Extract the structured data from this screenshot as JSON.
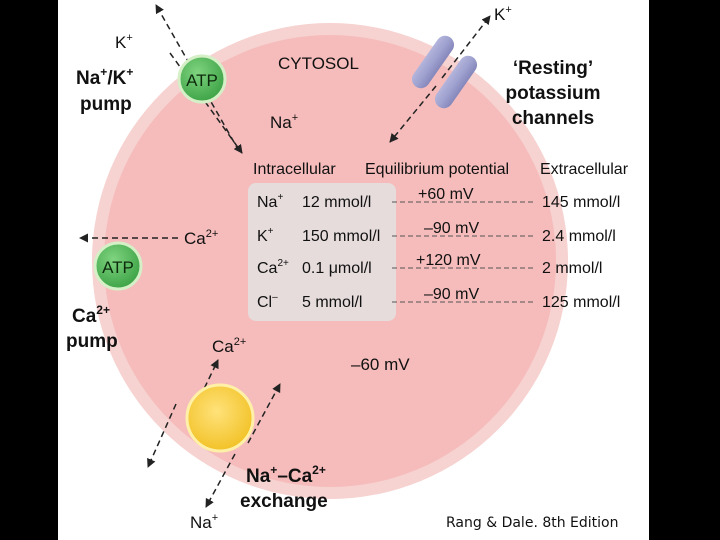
{
  "labels": {
    "cytosol": "CYTOSOL",
    "na_k_pump_title": [
      "Na",
      "+",
      "/K",
      "+"
    ],
    "pump_word": "pump",
    "atp": "ATP",
    "k_top_left": [
      "K",
      "+"
    ],
    "na_inside": [
      "Na",
      "+"
    ],
    "k_top_right": [
      "K",
      "+"
    ],
    "resting_channels": [
      "‘Resting’",
      "potassium",
      "channels"
    ],
    "ca_out": [
      "Ca",
      "2+"
    ],
    "ca_pump_title": [
      "Ca",
      "2+"
    ],
    "ca_exchange": [
      "Ca",
      "2+"
    ],
    "membrane_potential": "–60 mV",
    "exchanger_title": [
      "Na",
      "+",
      "–Ca",
      "2+"
    ],
    "exchanger_word": "exchange",
    "na_bottom": [
      "Na",
      "+"
    ]
  },
  "table": {
    "headers": {
      "intracellular": "Intracellular",
      "equilibrium": "Equilibrium potential",
      "extracellular": "Extracellular"
    },
    "rows": [
      {
        "ion": "Na",
        "charge": "+",
        "intra": "12 mmol/l",
        "potential": "+60 mV",
        "extra": "145 mmol/l"
      },
      {
        "ion": "K",
        "charge": "+",
        "intra": "150 mmol/l",
        "potential": "–90 mV",
        "extra": "2.4 mmol/l"
      },
      {
        "ion": "Ca",
        "charge": "2+",
        "intra": "0.1 μmol/l",
        "potential": "+120 mV",
        "extra": "2 mmol/l"
      },
      {
        "ion": "Cl",
        "charge": "–",
        "intra": "5 mmol/l",
        "potential": "–90 mV",
        "extra": "125 mmol/l"
      }
    ]
  },
  "credit": "Rang & Dale. 8th Edition",
  "colors": {
    "cell_outer": "#f6d2d0",
    "cell_inner": "#f5bcbb",
    "atp_green": "#4db456",
    "channel_lavender": "#9a9ccb",
    "exchanger_gold": "#ffd84a",
    "table_box": "#e6dcdc"
  }
}
